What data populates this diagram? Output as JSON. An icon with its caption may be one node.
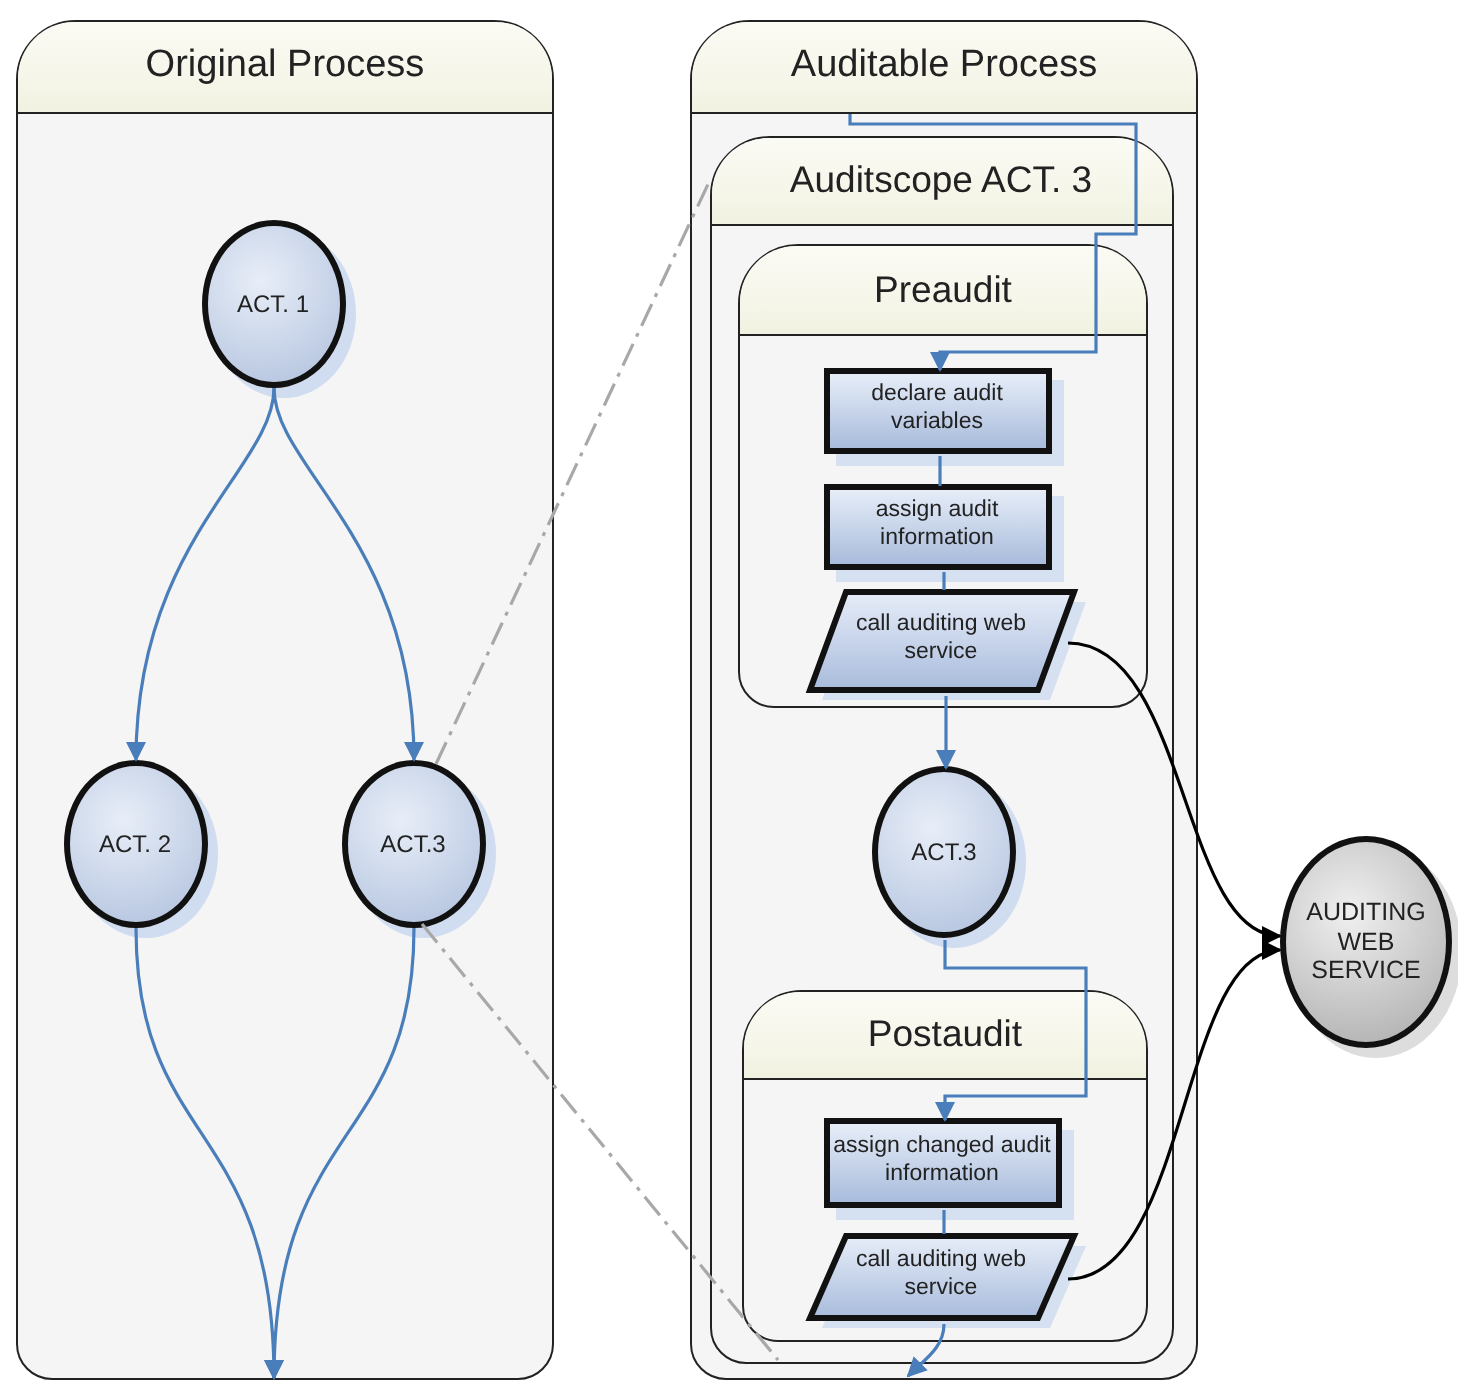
{
  "diagram": {
    "nodes": [
      {
        "text": [
          "Original Process"
        ]
      },
      {
        "text": [
          "ACT. 1"
        ],
        "in": 0
      },
      {
        "text": [
          "ACT. 2"
        ],
        "in": 0
      },
      {
        "text": [
          "ACT.3"
        ],
        "in": 0
      },
      {
        "text": [
          "Auditable Process"
        ]
      },
      {
        "text": [
          "Auditscope ACT. 3"
        ],
        "in": 4
      },
      {
        "text": [
          "Preaudit"
        ],
        "in": 5
      },
      {
        "text": [
          "declare audit variables"
        ],
        "in": 6
      },
      {
        "text": [
          "assign audit information"
        ],
        "in": 6
      },
      {
        "text": [
          "call auditing web service"
        ],
        "in": 6
      },
      {
        "text": [
          "ACT.3"
        ],
        "in": 5
      },
      {
        "text": [
          "Postaudit"
        ],
        "in": 5
      },
      {
        "text": [
          "assign changed audit information"
        ],
        "in": 11
      },
      {
        "text": [
          "call auditing web service"
        ],
        "in": 11
      },
      {
        "text": [
          "AUDITING WEB SERVICE"
        ]
      }
    ],
    "edges": [
      {
        "from": 1,
        "to": 2,
        "arrow": "to"
      },
      {
        "from": 1,
        "to": 3,
        "arrow": "to"
      },
      {
        "from": 2,
        "to": null,
        "arrow": "to"
      },
      {
        "from": 3,
        "to": null,
        "arrow": "to"
      },
      {
        "from": null,
        "to": 7,
        "arrow": "to"
      },
      {
        "from": 7,
        "to": 8,
        "arrow": "none"
      },
      {
        "from": 8,
        "to": 9,
        "arrow": "none"
      },
      {
        "from": 9,
        "to": 10,
        "arrow": "to"
      },
      {
        "from": 10,
        "to": 12,
        "arrow": "to"
      },
      {
        "from": 12,
        "to": 13,
        "arrow": "none"
      },
      {
        "from": 13,
        "to": null,
        "arrow": "to"
      },
      {
        "from": 9,
        "to": 14,
        "arrow": "to",
        "color": "#000000"
      },
      {
        "from": 13,
        "to": 14,
        "arrow": "to",
        "color": "#000000"
      },
      {
        "from": 3,
        "to": 5,
        "arrow": "none",
        "style": "dashed",
        "color": "#a8a8a8"
      },
      {
        "from": 3,
        "to": 5,
        "arrow": "none",
        "style": "dashed",
        "color": "#a8a8a8"
      }
    ]
  }
}
